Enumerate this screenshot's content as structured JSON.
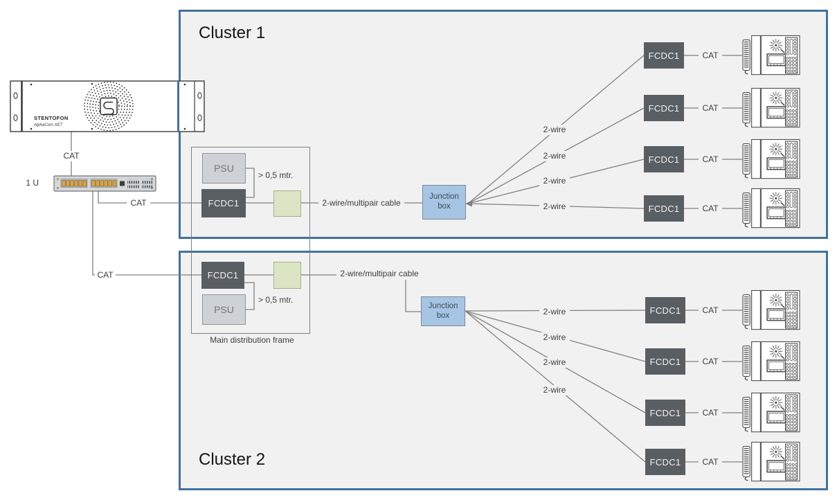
{
  "diagram": {
    "type": "intercom-system-wiring-diagram",
    "colors": {
      "cluster_border": "#41719c",
      "cluster_fill": "#f1f1f2",
      "fcdc_fill": "#595e63",
      "fcdc_text": "#f2f2f2",
      "psu_fill": "#ced2d6",
      "green_box_fill": "#dbe5c4",
      "junction_fill": "#a6c5e4",
      "connector_line": "#808080"
    }
  },
  "backbone": {
    "server_brand": "STENTOFON",
    "server_model": "AlphaCom XE7",
    "rack_size_label": "1 U",
    "server_to_switch_cable": "CAT",
    "switch_to_cluster1_cable": "CAT",
    "switch_to_cluster2_cable": "CAT"
  },
  "mdf": {
    "frame_label": "Main distribution frame",
    "cluster1_unit": {
      "psu_label": "PSU",
      "fcdc_label": "FCDC1",
      "min_distance_label": "> 0,5 mtr."
    },
    "cluster2_unit": {
      "psu_label": "PSU",
      "fcdc_label": "FCDC1",
      "min_distance_label": "> 0,5 mtr."
    }
  },
  "cluster1": {
    "title": "Cluster 1",
    "trunk_cable_label": "2-wire/multipair cable",
    "junction_box_label": "Junction\nbox",
    "endpoint_icon": "intercom-station-icon",
    "branches": [
      {
        "wire_label": "2-wire",
        "fcdc_label": "FCDC1",
        "cat_label": "CAT"
      },
      {
        "wire_label": "2-wire",
        "fcdc_label": "FCDC1",
        "cat_label": "CAT"
      },
      {
        "wire_label": "2-wire",
        "fcdc_label": "FCDC1",
        "cat_label": "CAT"
      },
      {
        "wire_label": "2-wire",
        "fcdc_label": "FCDC1",
        "cat_label": "CAT"
      }
    ]
  },
  "cluster2": {
    "title": "Cluster 2",
    "trunk_cable_label": "2-wire/multipair cable",
    "junction_box_label": "Junction\nbox",
    "endpoint_icon": "intercom-station-icon",
    "branches": [
      {
        "wire_label": "2-wire",
        "fcdc_label": "FCDC1",
        "cat_label": "CAT"
      },
      {
        "wire_label": "2-wire",
        "fcdc_label": "FCDC1",
        "cat_label": "CAT"
      },
      {
        "wire_label": "2-wire",
        "fcdc_label": "FCDC1",
        "cat_label": "CAT"
      },
      {
        "wire_label": "2-wire",
        "fcdc_label": "FCDC1",
        "cat_label": "CAT"
      }
    ]
  }
}
